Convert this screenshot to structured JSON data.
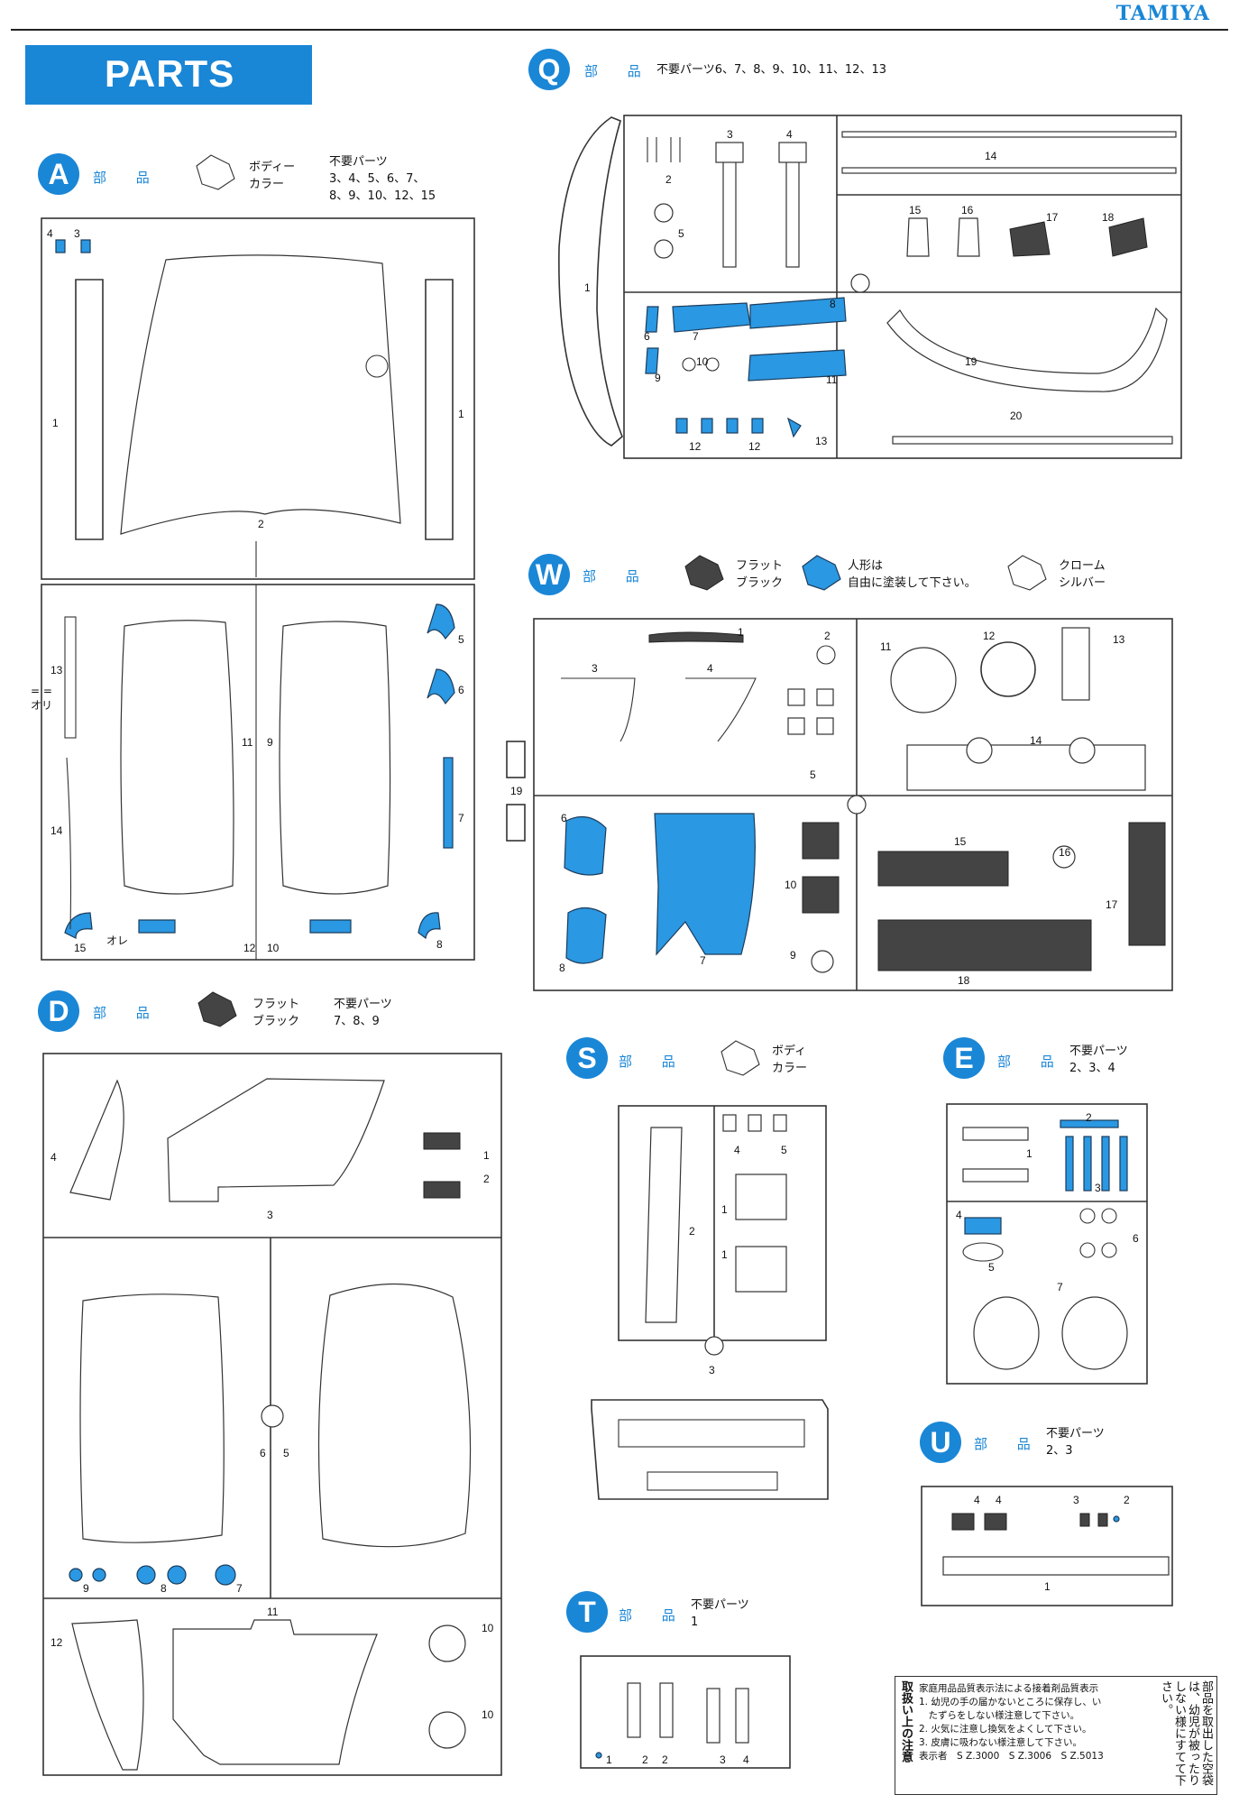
{
  "header": {
    "brand": "TAMIYA",
    "title": "PARTS"
  },
  "common": {
    "buhin": "部 品",
    "legend_body_color": "ボディー\nカラー",
    "legend_body_color_short": "ボディ\nカラー",
    "legend_flat_black": "フラット\nブラック",
    "legend_figure": "人形は\n自由に塗装して下さい。",
    "legend_chrome_silver": "クローム\nシルバー"
  },
  "sections": {
    "A": {
      "letter": "A",
      "unused": "不要パーツ\n3、4、5、6、7、\n8、9、10、12、15"
    },
    "Q": {
      "letter": "Q",
      "unused": "不要パーツ6、7、8、9、10、11、12、13"
    },
    "W": {
      "letter": "W"
    },
    "D": {
      "letter": "D",
      "unused": "不要パーツ\n7、8、9"
    },
    "S": {
      "letter": "S"
    },
    "E": {
      "letter": "E",
      "unused": "不要パーツ\n2、3、4"
    },
    "U": {
      "letter": "U",
      "unused": "不要パーツ\n2、3"
    },
    "T": {
      "letter": "T",
      "unused": "不要パーツ\n1"
    }
  },
  "part_labels": {
    "A": [
      "4",
      "3",
      "1",
      "2",
      "1",
      "13",
      "11",
      "9",
      "5",
      "6",
      "7",
      "14",
      "15",
      "オレ",
      "12",
      "10",
      "8",
      "= =\nオリ"
    ],
    "Q": [
      "3",
      "4",
      "2",
      "5",
      "1",
      "14",
      "15",
      "16",
      "17",
      "18",
      "8",
      "6",
      "7",
      "10",
      "9",
      "11",
      "19",
      "20",
      "12",
      "12",
      "13"
    ],
    "W": [
      "1",
      "2",
      "3",
      "4",
      "11",
      "12",
      "13",
      "5",
      "14",
      "19",
      "6",
      "15",
      "16",
      "10",
      "17",
      "9",
      "7",
      "8",
      "18"
    ],
    "D": [
      "4",
      "3",
      "1",
      "2",
      "6",
      "5",
      "9",
      "8",
      "7",
      "12",
      "11",
      "10",
      "10"
    ],
    "S": [
      "4",
      "5",
      "1",
      "2",
      "1",
      "3"
    ],
    "E": [
      "2",
      "1",
      "3",
      "4",
      "6",
      "5",
      "7"
    ],
    "U": [
      "4",
      "4",
      "3",
      "2",
      "1"
    ],
    "T": [
      "1",
      "2",
      "2",
      "3",
      "4"
    ]
  },
  "legal": {
    "side_left": "取扱い上の注意",
    "heading": "家庭用品品質表示法による接着剤品質表示",
    "lines": [
      "1. 幼児の手の届かないところに保存し、い",
      "　たずらをしない様注意して下さい。",
      "2. 火気に注意し換気をよくして下さい。",
      "3. 皮膚に吸わない様注意して下さい。",
      "表示者　S Z.3000　S Z.3006　S Z.5013"
    ],
    "side_right": "部品を取出した空袋は、幼児が被ったりしない様にすてて下さい。"
  }
}
